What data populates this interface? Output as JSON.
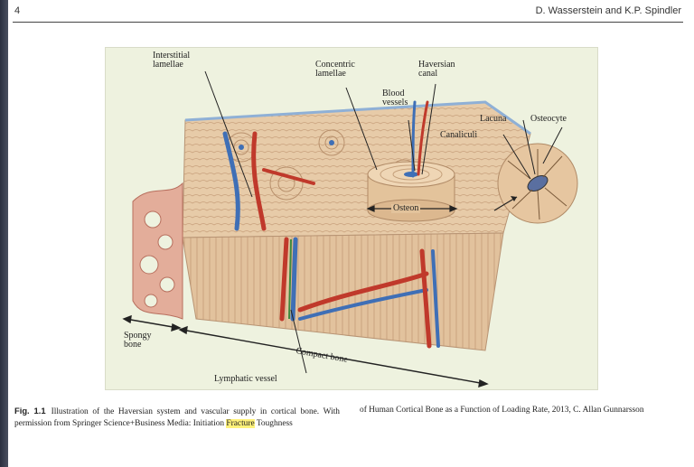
{
  "page": {
    "number": "4",
    "running_head": "D. Wasserstein and K.P. Spindler"
  },
  "figure": {
    "labels": {
      "interstitial": "Interstitial\nlamellae",
      "concentric": "Concentric\nlamellae",
      "haversian": "Haversian\ncanal",
      "blood": "Blood\nvessels",
      "lacuna": "Lacuna",
      "osteocyte": "Osteocyte",
      "canaliculi": "Canaliculi",
      "osteon": "Osteon",
      "spongy": "Spongy\nbone",
      "compact": "Compact bone",
      "lymphatic": "Lymphatic vessel"
    },
    "colors": {
      "bone": "#e6c9a6",
      "bone_dark": "#c99e7a",
      "artery": "#c0392b",
      "vein": "#3f6fb6",
      "spongy": "#d99a8a"
    }
  },
  "caption": {
    "fig_label": "Fig. 1.1",
    "text_left_a": "Illustration of the Haversian system and vascular supply in cortical bone. With permission from Springer Science+Business Media: Initiation ",
    "highlight": "Fracture",
    "text_left_b": " Toughness",
    "text_right": "of Human Cortical Bone as a Function of Loading Rate, 2013, C. Allan Gunnarsson"
  }
}
